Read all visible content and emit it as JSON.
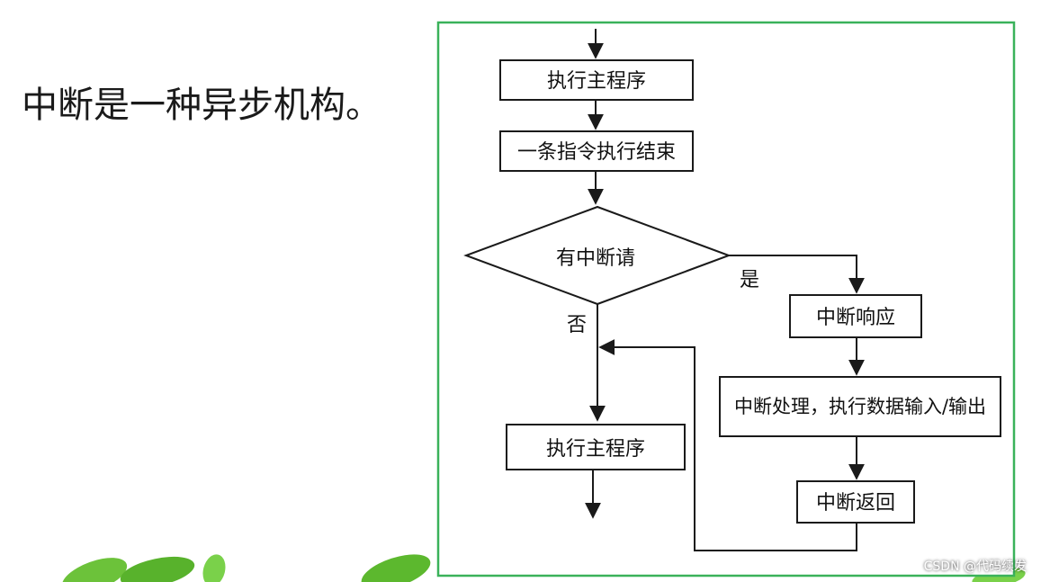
{
  "slide": {
    "heading": "中断是一种异步机构。"
  },
  "flowchart": {
    "nodes": {
      "exec_main_top": "执行主程序",
      "instruction_end": "一条指令执行结束",
      "has_interrupt": "有中断请",
      "interrupt_response": "中断响应",
      "interrupt_handle": "中断处理，执行数据输入/输出",
      "interrupt_return": "中断返回",
      "exec_main_bottom": "执行主程序"
    },
    "edge_labels": {
      "yes": "是",
      "no": "否"
    }
  },
  "colors": {
    "frame_border": "#3ab25a",
    "stroke": "#1a1a1a",
    "leaf": "#5cb82e"
  },
  "watermark": "CSDN @代码续发"
}
